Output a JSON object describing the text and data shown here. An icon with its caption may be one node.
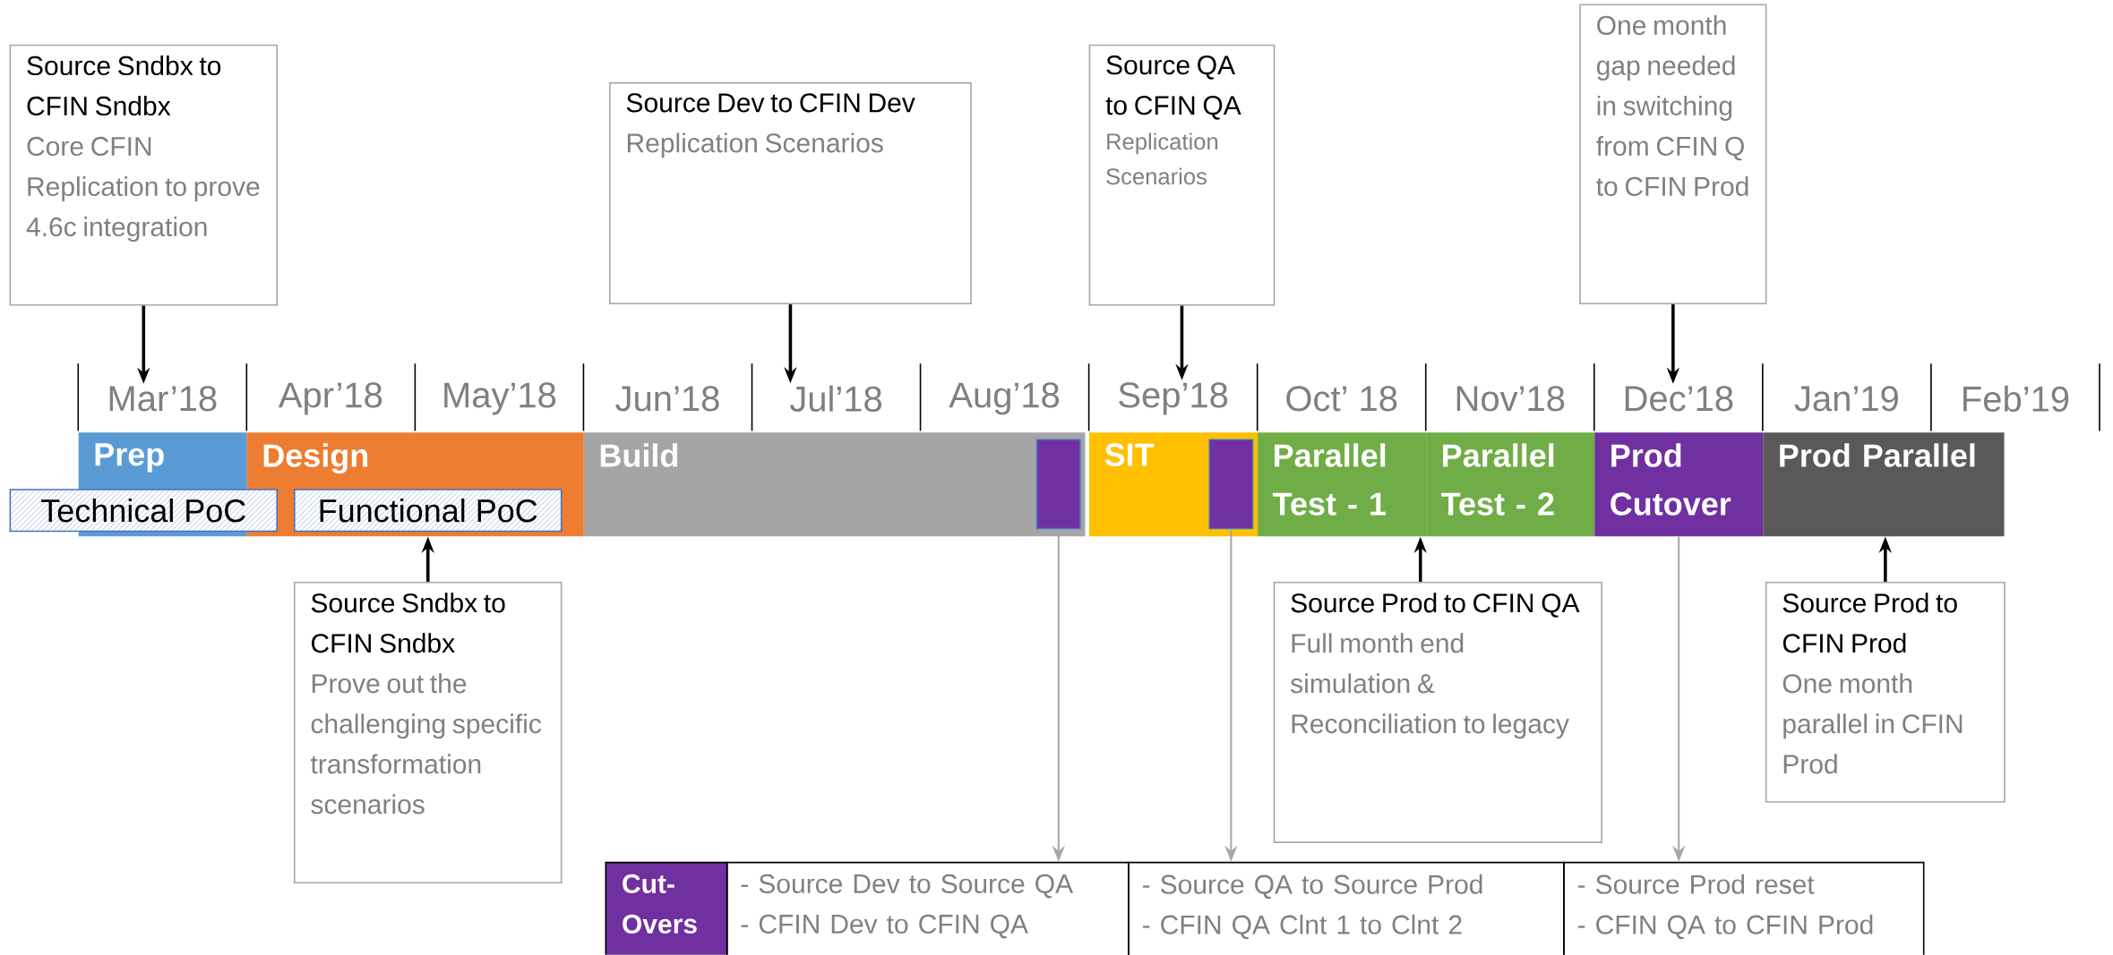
{
  "diagram": {
    "nodes": [
      {
        "text": [
          "Source Sndbx to CFIN Sndbx",
          "Core CFIN Replication to prove 4.6c integration"
        ]
      },
      {
        "text": [
          "Source Dev to CFIN Dev",
          "Replication Scenarios"
        ]
      },
      {
        "text": [
          "Source QA to CFIN QA",
          "Replication Scenarios"
        ]
      },
      {
        "text": [
          "One month gap needed in switching from CFIN Q to CFIN Prod"
        ]
      },
      {
        "text": [
          "Mar’18"
        ]
      },
      {
        "text": [
          "Apr’18"
        ]
      },
      {
        "text": [
          "May’18"
        ]
      },
      {
        "text": [
          "Jun’18"
        ]
      },
      {
        "text": [
          "Jul’18"
        ]
      },
      {
        "text": [
          "Aug’18"
        ]
      },
      {
        "text": [
          "Sep’18"
        ]
      },
      {
        "text": [
          "Oct’ 18"
        ]
      },
      {
        "text": [
          "Nov’18"
        ]
      },
      {
        "text": [
          "Dec’18"
        ]
      },
      {
        "text": [
          "Jan’19"
        ]
      },
      {
        "text": [
          "Feb’19"
        ]
      },
      {
        "text": [
          "Prep"
        ]
      },
      {
        "text": [
          "Design"
        ]
      },
      {
        "text": [
          "Build"
        ]
      },
      {
        "text": [
          "SIT"
        ]
      },
      {
        "text": [
          "Parallel Test - 1"
        ]
      },
      {
        "text": [
          "Parallel Test - 2"
        ]
      },
      {
        "text": [
          "Prod Cutover"
        ]
      },
      {
        "text": [
          "Prod Parallel"
        ]
      },
      {
        "text": [],
        "shape": "bar",
        "in": 18
      },
      {
        "text": [],
        "shape": "bar",
        "in": 19
      },
      {
        "text": [
          "Technical PoC"
        ]
      },
      {
        "text": [
          "Functional PoC"
        ],
        "in": 17
      },
      {
        "text": [
          "Source Sndbx to CFIN Sndbx",
          "Prove out the challenging specific transformation scenarios"
        ]
      },
      {
        "text": [
          "Source Prod to CFIN QA",
          "Full month end simulation & Reconciliation to legacy"
        ]
      },
      {
        "text": [
          "Source Prod to CFIN Prod",
          "One month parallel in CFIN Prod"
        ]
      },
      {
        "text": [
          "Cut-Overs"
        ]
      },
      {
        "text": [
          "- Source Dev to Source QA",
          "- CFIN Dev to CFIN QA"
        ]
      },
      {
        "text": [
          "- Source QA to Source Prod",
          "- CFIN QA Clnt 1 to Clnt 2"
        ]
      },
      {
        "text": [
          "- Source Prod reset",
          "- CFIN QA to CFIN Prod"
        ]
      }
    ],
    "edges": [
      {
        "from": 0,
        "to": 4,
        "arrow": "to"
      },
      {
        "from": 1,
        "to": 8,
        "arrow": "to"
      },
      {
        "from": 2,
        "to": 10,
        "arrow": "to"
      },
      {
        "from": 3,
        "to": 13,
        "arrow": "to"
      },
      {
        "from": 28,
        "to": 17,
        "arrow": "to"
      },
      {
        "from": 29,
        "to": 20,
        "arrow": "to"
      },
      {
        "from": 30,
        "to": 23,
        "arrow": "to"
      },
      {
        "from": 24,
        "to": 32,
        "arrow": "to",
        "color": "#a6a6a6"
      },
      {
        "from": 25,
        "to": 33,
        "arrow": "to",
        "color": "#a6a6a6"
      },
      {
        "from": 22,
        "to": 34,
        "arrow": "to",
        "color": "#a6a6a6"
      }
    ]
  }
}
